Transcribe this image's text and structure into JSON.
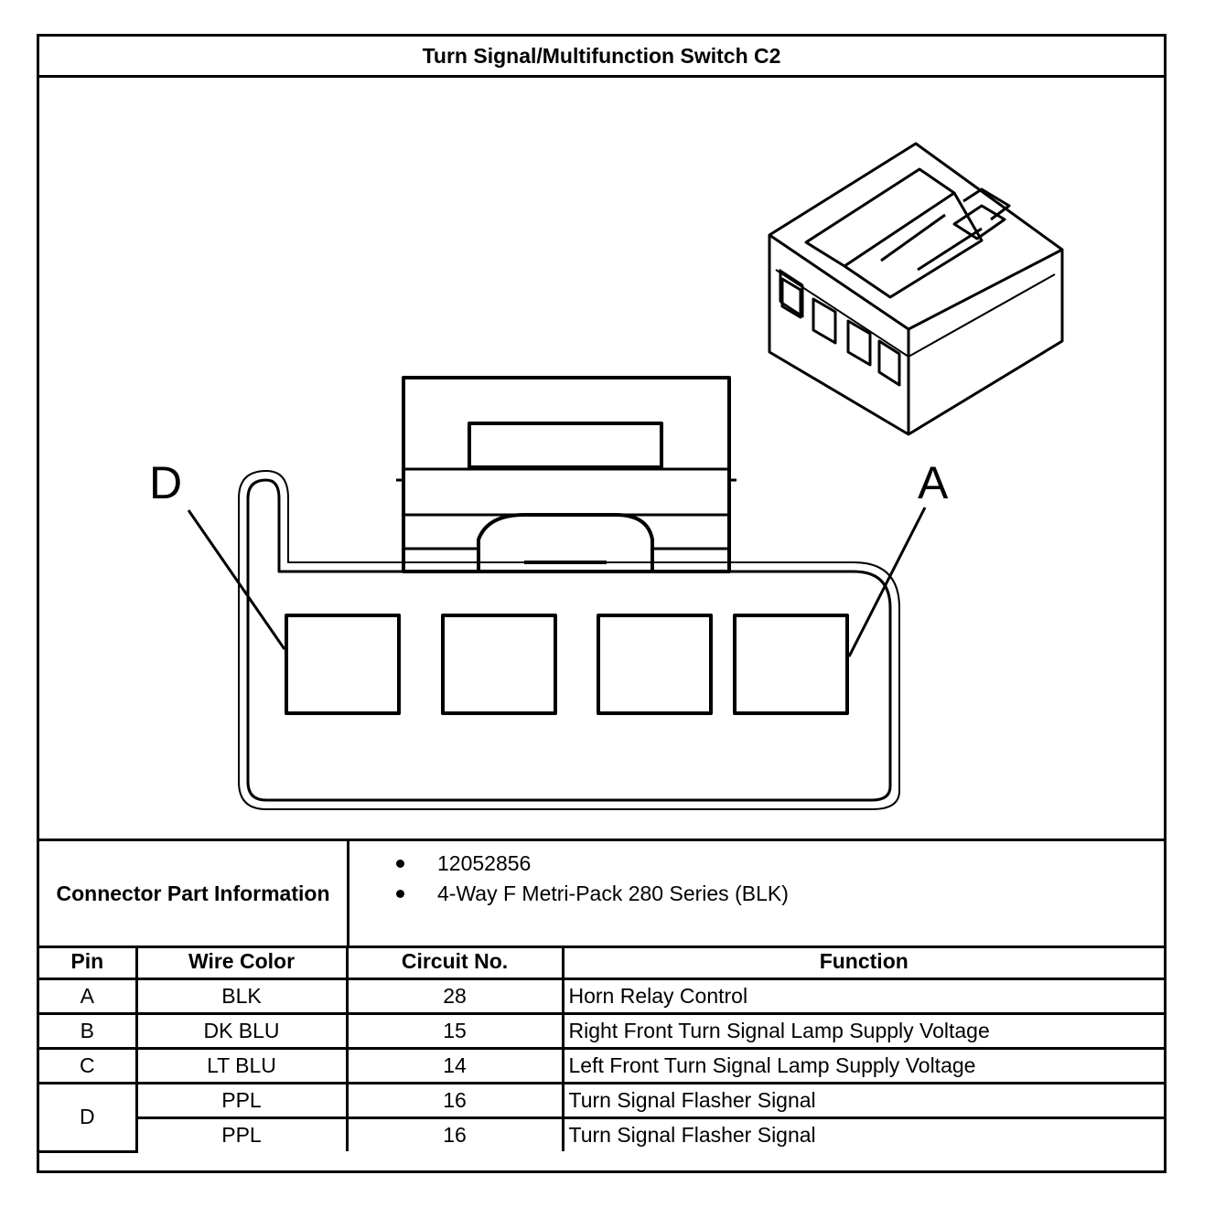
{
  "title": "Turn Signal/Multifunction Switch C2",
  "diagram": {
    "pin_labels": {
      "left": "D",
      "right": "A"
    }
  },
  "connector_part_information": {
    "label": "Connector Part Information",
    "items": [
      "12052856",
      "4-Way F Metri-Pack 280 Series (BLK)"
    ]
  },
  "pin_table": {
    "headers": {
      "pin": "Pin",
      "wire_color": "Wire Color",
      "circuit_no": "Circuit No.",
      "function": "Function"
    },
    "rows": [
      {
        "pin": "A",
        "wire_color": "BLK",
        "circuit_no": "28",
        "function": "Horn Relay Control"
      },
      {
        "pin": "B",
        "wire_color": "DK BLU",
        "circuit_no": "15",
        "function": "Right Front Turn Signal Lamp Supply Voltage"
      },
      {
        "pin": "C",
        "wire_color": "LT BLU",
        "circuit_no": "14",
        "function": "Left Front Turn Signal Lamp Supply Voltage"
      },
      {
        "pin": "D",
        "wire_color": "PPL",
        "circuit_no": "16",
        "function": "Turn Signal Flasher Signal"
      },
      {
        "pin": "",
        "wire_color": "PPL",
        "circuit_no": "16",
        "function": "Turn Signal Flasher Signal"
      }
    ]
  }
}
